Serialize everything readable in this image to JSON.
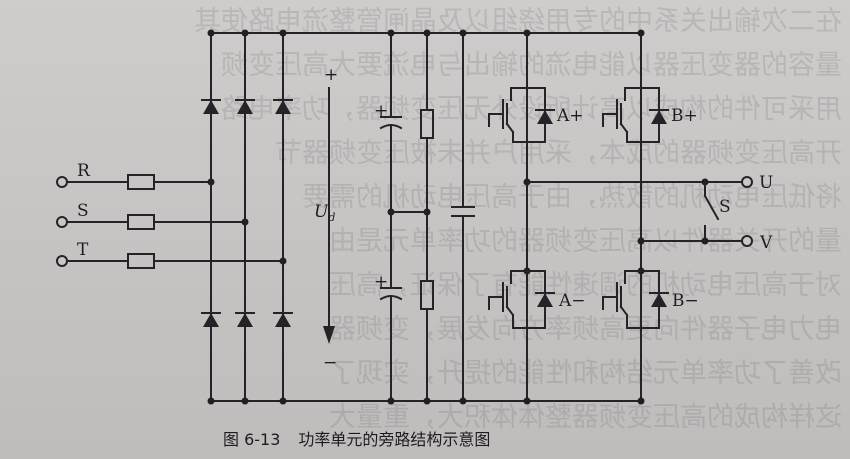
{
  "labels": {
    "r": "R",
    "s": "S",
    "t": "T",
    "ud_main": "U",
    "ud_sub": "d",
    "ud_plus": "+",
    "ud_minus": "−",
    "cap_plus": "+",
    "a_plus": "A+",
    "b_plus": "B+",
    "a_minus": "A−",
    "b_minus": "B−",
    "out_u": "U",
    "out_v": "V",
    "switch_s": "S"
  },
  "caption": {
    "number": "图 6-13",
    "title": "功率单元的旁路结构示意图"
  },
  "colors": {
    "ink": "#242428",
    "paper": "#c9c6c5"
  }
}
